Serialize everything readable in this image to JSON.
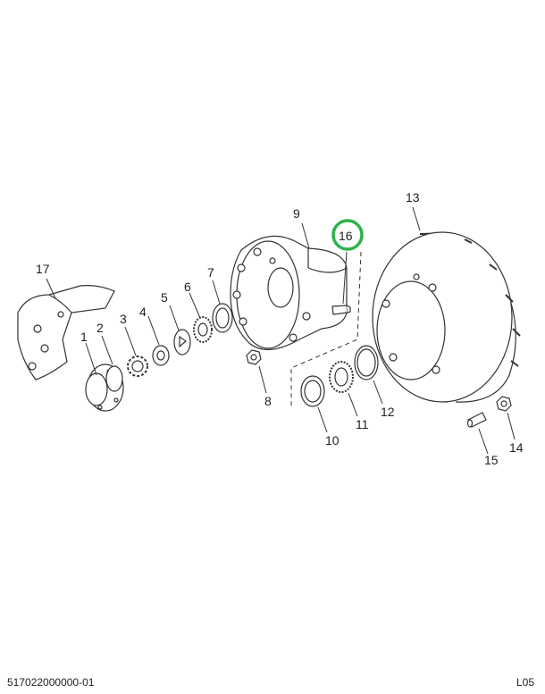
{
  "callouts": {
    "c1": "1",
    "c2": "2",
    "c3": "3",
    "c4": "4",
    "c5": "5",
    "c6": "6",
    "c7": "7",
    "c8": "8",
    "c9": "9",
    "c10": "10",
    "c11": "11",
    "c12": "12",
    "c13": "13",
    "c14": "14",
    "c15": "15",
    "c16": "16",
    "c17": "17"
  },
  "highlighted_callout": "16",
  "highlight_color": "#2db24a",
  "line_color": "#333333",
  "footer": {
    "drawing_number": "517022000000-01",
    "sheet": "L05"
  }
}
